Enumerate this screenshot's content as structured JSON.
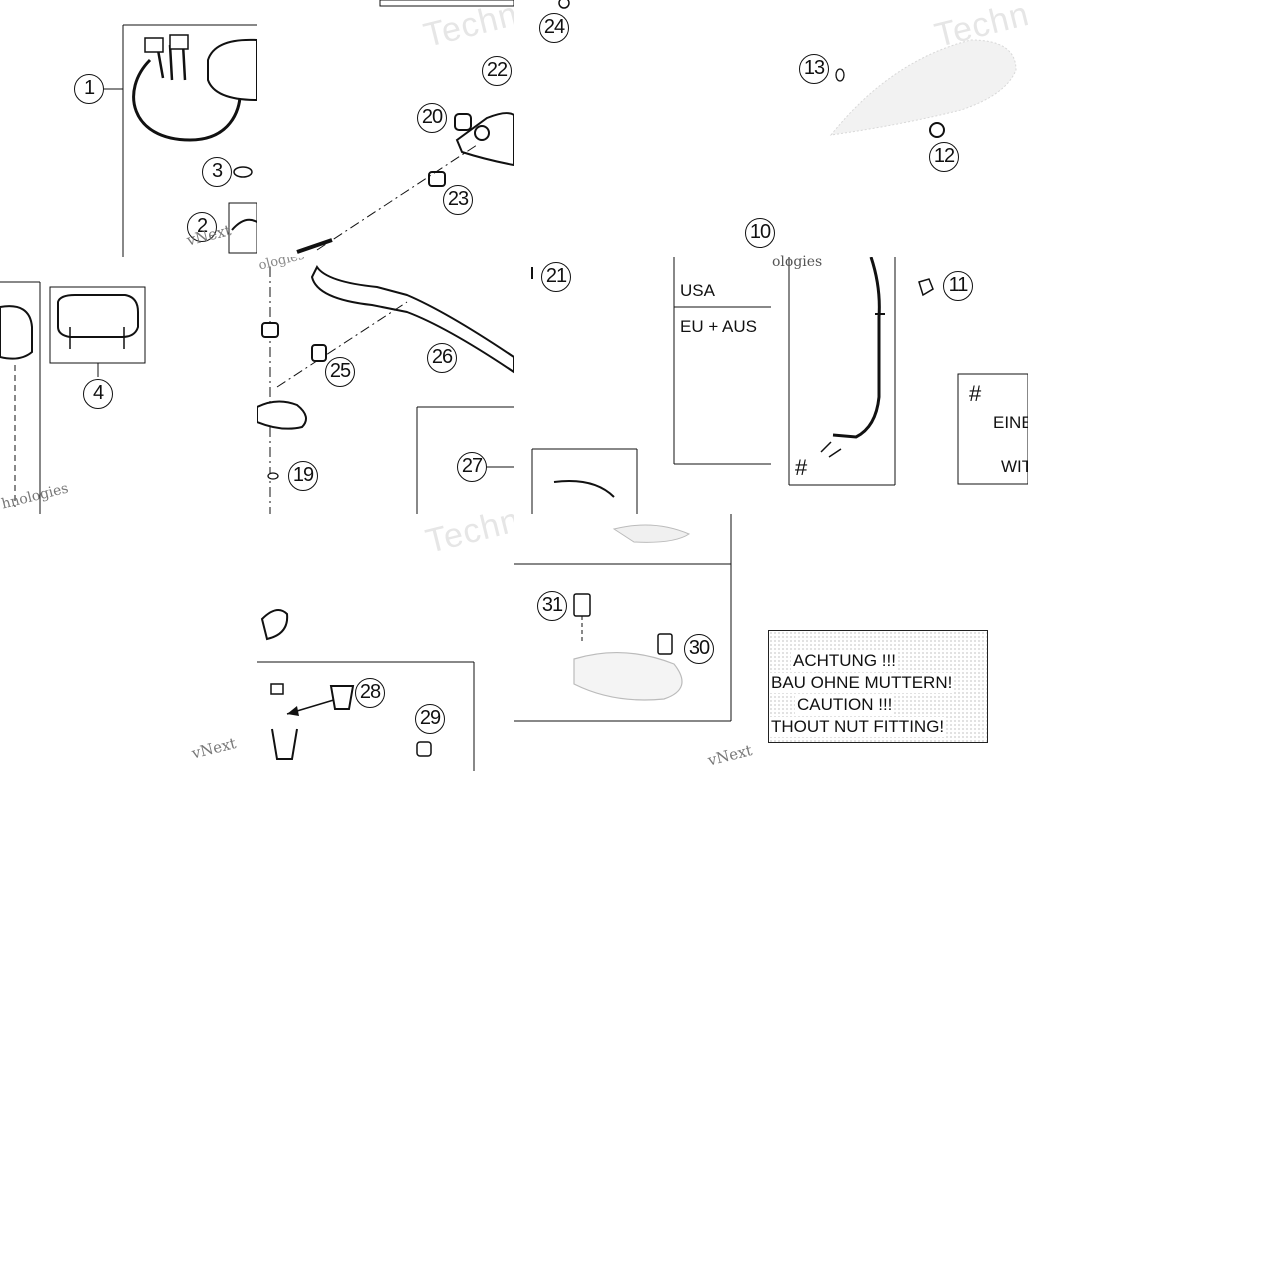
{
  "callouts": [
    "1",
    "2",
    "3",
    "4",
    "10",
    "11",
    "12",
    "13",
    "19",
    "20",
    "21",
    "22",
    "23",
    "24",
    "25",
    "26",
    "27",
    "28",
    "29",
    "30",
    "31"
  ],
  "labels": {
    "usa": "USA",
    "eu_aus": "EU + AUS",
    "hash_cable": "#",
    "hash_box": "#",
    "eine_partial": "EINE",
    "wit_partial": "WIT"
  },
  "notice": {
    "line1": "ACHTUNG !!!",
    "line2": "BAU OHNE MUTTERN!",
    "line3": "CAUTION !!!",
    "line4": "THOUT NUT FITTING!"
  },
  "watermarks": {
    "techno": "Techno",
    "vnext": "vNext",
    "technologies": "Technologies",
    "ologies": "ologies",
    "hnologies": "hnologies"
  }
}
